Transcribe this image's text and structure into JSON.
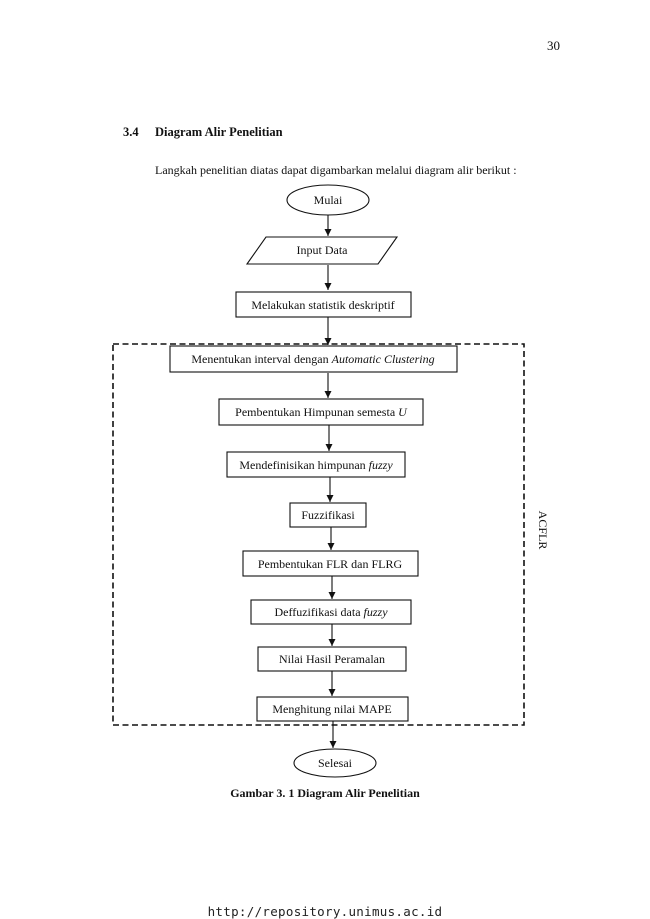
{
  "page_number": "30",
  "section": {
    "number": "3.4",
    "title": "Diagram Alir Penelitian"
  },
  "intro_text": "Langkah penelitian diatas dapat digambarkan melalui diagram alir berikut :",
  "flowchart": {
    "start": "Mulai",
    "input": "Input Data",
    "descriptive": "Melakukan statistik deskriptif",
    "interval": {
      "text": "Menentukan interval dengan ",
      "italic": "Automatic Clustering"
    },
    "universe": {
      "text": "Pembentukan Himpunan semesta ",
      "italic": "U"
    },
    "fuzzy_sets": {
      "text": "Mendefinisikan himpunan ",
      "italic": "fuzzy"
    },
    "fuzzification": "Fuzzifikasi",
    "flr_flrg": "Pembentukan FLR dan FLRG",
    "defuzzification": {
      "text": "Deffuzifikasi data ",
      "italic": "fuzzy"
    },
    "forecast": "Nilai Hasil Peramalan",
    "mape": "Menghitung nilai MAPE",
    "end": "Selesai",
    "group_label": "ACFLR"
  },
  "caption": "Gambar 3. 1 Diagram Alir Penelitian",
  "footer_url": "http://repository.unimus.ac.id"
}
